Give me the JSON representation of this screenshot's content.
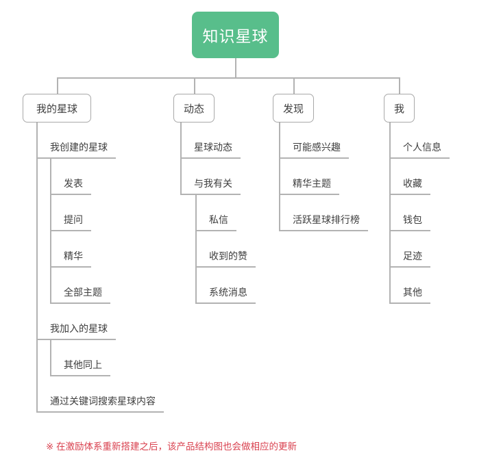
{
  "mindmap": {
    "root": {
      "label": "知识星球"
    },
    "branches": [
      {
        "label": "我的星球",
        "children": [
          {
            "label": "我创建的星球",
            "children": [
              {
                "label": "发表"
              },
              {
                "label": "提问"
              },
              {
                "label": "精华"
              },
              {
                "label": "全部主题"
              }
            ]
          },
          {
            "label": "我加入的星球",
            "children": [
              {
                "label": "其他同上"
              }
            ]
          },
          {
            "label": "通过关键词搜索星球内容",
            "children": []
          }
        ]
      },
      {
        "label": "动态",
        "children": [
          {
            "label": "星球动态",
            "children": []
          },
          {
            "label": "与我有关",
            "children": [
              {
                "label": "私信"
              },
              {
                "label": "收到的赞"
              },
              {
                "label": "系统消息"
              }
            ]
          }
        ]
      },
      {
        "label": "发现",
        "children": [
          {
            "label": "可能感兴趣"
          },
          {
            "label": "精华主题"
          },
          {
            "label": "活跃星球排行榜"
          }
        ]
      },
      {
        "label": "我",
        "children": [
          {
            "label": "个人信息"
          },
          {
            "label": "收藏"
          },
          {
            "label": "钱包"
          },
          {
            "label": "足迹"
          },
          {
            "label": "其他"
          }
        ]
      }
    ]
  },
  "note": {
    "text": "※ 在激励体系重新搭建之后，该产品结构图也会做相应的更新"
  },
  "colors": {
    "root_bg": "#58be8b",
    "root_text": "#ffffff",
    "line": "#b2b2b2",
    "box_border": "#a8a8a8",
    "text": "#3d3d3d",
    "note": "#d9414f"
  }
}
